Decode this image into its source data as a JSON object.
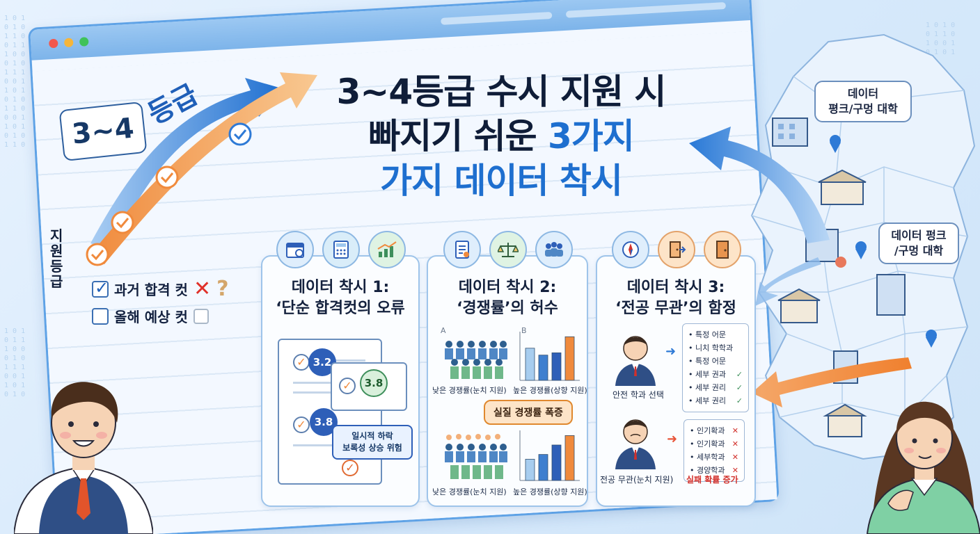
{
  "colors": {
    "brand_blue": "#1e6fcf",
    "orange": "#f08a3c",
    "dark_text": "#0f1d38",
    "red": "#d2302b"
  },
  "headline": {
    "line1": "3~4등급 수시 지원 시",
    "line2_a": "빠지기 쉬운 ",
    "line2_b": "3가지",
    "line3": "가지 데이터 착시"
  },
  "left": {
    "grade_bubble": "3~4",
    "arrow_label": "등급",
    "axis_label": "지원등급",
    "checks": [
      {
        "label": "과거 합격 컷",
        "checked": true
      },
      {
        "label": "올해 예상 컷",
        "checked": false
      }
    ]
  },
  "panels": [
    {
      "title_line1": "데이터 착시 1:",
      "title_line2": "‘단순 합격컷의 오류",
      "icons": [
        "calendar-icon",
        "calculator-icon",
        "growth-chart-icon"
      ],
      "scores": [
        "3.2",
        "3.8",
        "3.8"
      ],
      "callout": [
        "일시적 하락",
        "보록성 상승 위험"
      ]
    },
    {
      "title_line1": "데이터 착시 2:",
      "title_line2": "‘경쟁률’의 허수",
      "icons": [
        "report-icon",
        "scale-icon",
        "crowd-icon"
      ],
      "label_a": "A",
      "label_b": "B",
      "top_captions": [
        "낮은 경쟁률(눈치 지원)",
        "높은 경쟁률(상향 지원)"
      ],
      "bars_top": [
        0.7,
        0.55,
        0.6,
        0.95
      ],
      "middle_banner": "실질 경쟁률 폭증",
      "bottom_captions": [
        "낮은 경쟁률(눈치 지원)",
        "높은 경쟁률(상향 지원)"
      ],
      "bars_bottom": [
        0.45,
        0.55,
        0.75,
        0.95
      ]
    },
    {
      "title_line1": "데이터 착시 3:",
      "title_line2": "‘전공 무관’의 함정",
      "icons": [
        "compass-icon",
        "exit-door-icon",
        "door-icon"
      ],
      "case1_caption": "안전 학과 선택",
      "case1_items": [
        {
          "t": "특정 어문",
          "m": ""
        },
        {
          "t": "니치 학학과",
          "m": ""
        },
        {
          "t": "특정 어문",
          "m": ""
        },
        {
          "t": "세부 권과",
          "m": "✓"
        },
        {
          "t": "세부 권리",
          "m": "✓"
        },
        {
          "t": "세부 권리",
          "m": "✓"
        }
      ],
      "case2_caption": "전공 무관(눈치 지원)",
      "case2_items": [
        {
          "t": "인기확과",
          "m": "✕"
        },
        {
          "t": "인기확과",
          "m": "✕"
        },
        {
          "t": "세부학과",
          "m": "✕"
        },
        {
          "t": "경양학과",
          "m": "✕"
        }
      ],
      "case2_result": "실패 확률 증가"
    }
  ],
  "map": {
    "labels": [
      "데이터\n평크/구멍 대학",
      "데이터 펑크\n/구멍 대학"
    ]
  }
}
